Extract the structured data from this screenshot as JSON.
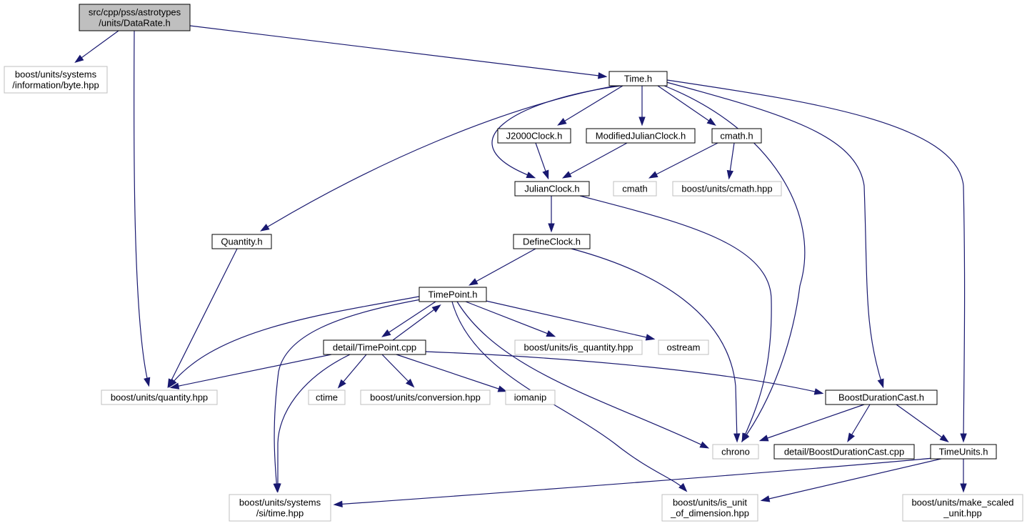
{
  "colors": {
    "edge": "#191970",
    "root_fill": "#bfbfbf",
    "documented_border": "#000000",
    "external_border": "#bfbfbf",
    "node_fill": "#ffffff"
  },
  "nodes": [
    {
      "id": "datarate",
      "lines": [
        "src/cpp/pss/astrotypes",
        "/units/DataRate.h"
      ],
      "kind": "root"
    },
    {
      "id": "byte",
      "lines": [
        "boost/units/systems",
        "/information/byte.hpp"
      ],
      "kind": "external"
    },
    {
      "id": "time",
      "lines": [
        "Time.h"
      ],
      "kind": "documented"
    },
    {
      "id": "j2000",
      "lines": [
        "J2000Clock.h"
      ],
      "kind": "documented"
    },
    {
      "id": "mjclock",
      "lines": [
        "ModifiedJulianClock.h"
      ],
      "kind": "documented"
    },
    {
      "id": "cmathh",
      "lines": [
        "cmath.h"
      ],
      "kind": "documented"
    },
    {
      "id": "julian",
      "lines": [
        "JulianClock.h"
      ],
      "kind": "documented"
    },
    {
      "id": "cmath",
      "lines": [
        "cmath"
      ],
      "kind": "external"
    },
    {
      "id": "bucmath",
      "lines": [
        "boost/units/cmath.hpp"
      ],
      "kind": "external"
    },
    {
      "id": "quantityh",
      "lines": [
        "Quantity.h"
      ],
      "kind": "documented"
    },
    {
      "id": "defineclock",
      "lines": [
        "DefineClock.h"
      ],
      "kind": "documented"
    },
    {
      "id": "timepoint",
      "lines": [
        "TimePoint.h"
      ],
      "kind": "documented"
    },
    {
      "id": "tpcpp",
      "lines": [
        "detail/TimePoint.cpp"
      ],
      "kind": "documented"
    },
    {
      "id": "isquantity",
      "lines": [
        "boost/units/is_quantity.hpp"
      ],
      "kind": "external"
    },
    {
      "id": "ostream",
      "lines": [
        "ostream"
      ],
      "kind": "external"
    },
    {
      "id": "quantityhpp",
      "lines": [
        "boost/units/quantity.hpp"
      ],
      "kind": "external"
    },
    {
      "id": "ctime",
      "lines": [
        "ctime"
      ],
      "kind": "external"
    },
    {
      "id": "conversion",
      "lines": [
        "boost/units/conversion.hpp"
      ],
      "kind": "external"
    },
    {
      "id": "iomanip",
      "lines": [
        "iomanip"
      ],
      "kind": "external"
    },
    {
      "id": "bdc",
      "lines": [
        "BoostDurationCast.h"
      ],
      "kind": "documented"
    },
    {
      "id": "chrono",
      "lines": [
        "chrono"
      ],
      "kind": "external"
    },
    {
      "id": "bdccpp",
      "lines": [
        "detail/BoostDurationCast.cpp"
      ],
      "kind": "documented"
    },
    {
      "id": "timeunits",
      "lines": [
        "TimeUnits.h"
      ],
      "kind": "documented"
    },
    {
      "id": "sitime",
      "lines": [
        "boost/units/systems",
        "/si/time.hpp"
      ],
      "kind": "external"
    },
    {
      "id": "isunit",
      "lines": [
        "boost/units/is_unit",
        "_of_dimension.hpp"
      ],
      "kind": "external"
    },
    {
      "id": "makescaled",
      "lines": [
        "boost/units/make_scaled",
        "_unit.hpp"
      ],
      "kind": "external"
    }
  ],
  "edges": [
    [
      "datarate",
      "byte"
    ],
    [
      "datarate",
      "quantityhpp"
    ],
    [
      "datarate",
      "time"
    ],
    [
      "time",
      "j2000"
    ],
    [
      "time",
      "mjclock"
    ],
    [
      "time",
      "cmathh"
    ],
    [
      "time",
      "julian"
    ],
    [
      "time",
      "quantityh"
    ],
    [
      "time",
      "chrono"
    ],
    [
      "time",
      "bdc"
    ],
    [
      "time",
      "timeunits"
    ],
    [
      "j2000",
      "julian"
    ],
    [
      "mjclock",
      "julian"
    ],
    [
      "cmathh",
      "cmath"
    ],
    [
      "cmathh",
      "bucmath"
    ],
    [
      "julian",
      "defineclock"
    ],
    [
      "julian",
      "chrono"
    ],
    [
      "quantityh",
      "quantityhpp"
    ],
    [
      "defineclock",
      "timepoint"
    ],
    [
      "defineclock",
      "chrono"
    ],
    [
      "timepoint",
      "tpcpp"
    ],
    [
      "timepoint",
      "isquantity"
    ],
    [
      "timepoint",
      "ostream"
    ],
    [
      "timepoint",
      "quantityhpp"
    ],
    [
      "timepoint",
      "chrono"
    ],
    [
      "timepoint",
      "sitime"
    ],
    [
      "timepoint",
      "isunit"
    ],
    [
      "tpcpp",
      "timepoint"
    ],
    [
      "tpcpp",
      "quantityhpp"
    ],
    [
      "tpcpp",
      "ctime"
    ],
    [
      "tpcpp",
      "conversion"
    ],
    [
      "tpcpp",
      "iomanip"
    ],
    [
      "tpcpp",
      "bdc"
    ],
    [
      "tpcpp",
      "sitime"
    ],
    [
      "bdc",
      "chrono"
    ],
    [
      "bdc",
      "bdccpp"
    ],
    [
      "bdc",
      "timeunits"
    ],
    [
      "timeunits",
      "sitime"
    ],
    [
      "timeunits",
      "isunit"
    ],
    [
      "timeunits",
      "makescaled"
    ]
  ]
}
